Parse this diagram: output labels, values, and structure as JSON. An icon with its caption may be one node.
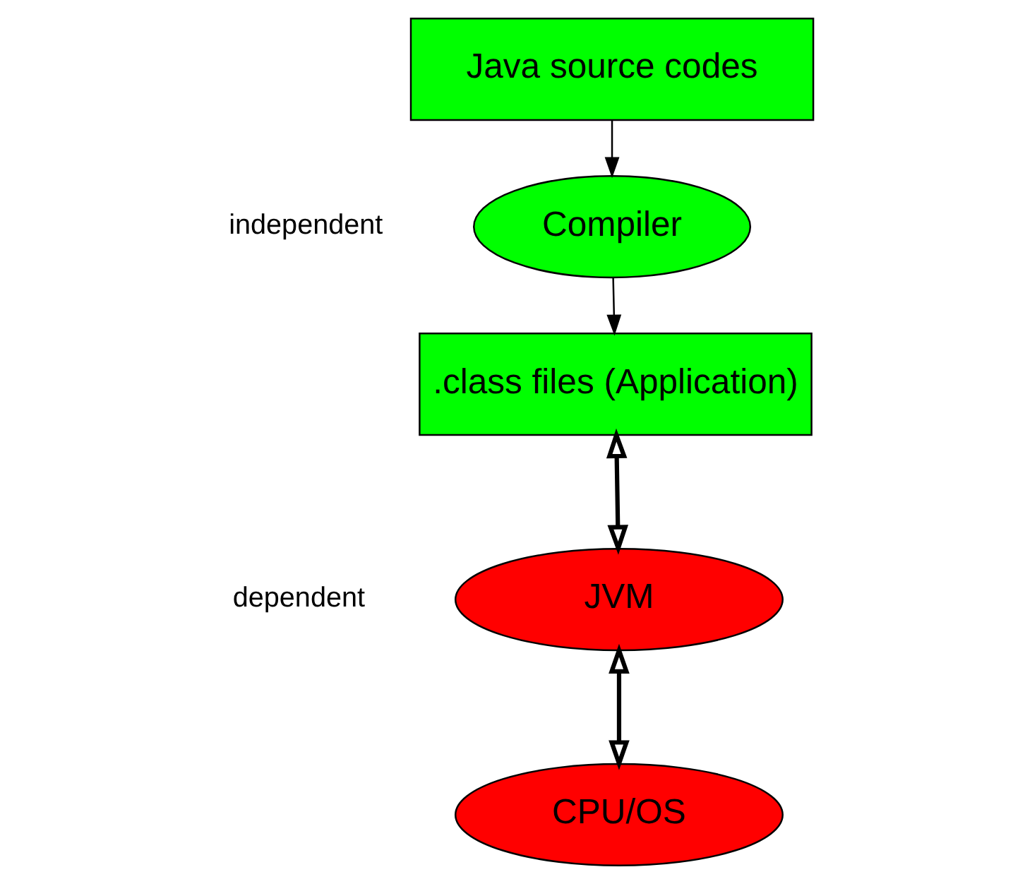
{
  "diagram": {
    "nodes": [
      {
        "text": [
          "Java source codes"
        ]
      },
      {
        "text": [
          "Compiler"
        ]
      },
      {
        "text": [
          ".class files (Application)"
        ]
      },
      {
        "text": [
          "JVM"
        ]
      },
      {
        "text": [
          "CPU/OS"
        ]
      }
    ],
    "edges": [
      {
        "from": 0,
        "to": 1,
        "arrow": "to"
      },
      {
        "from": 1,
        "to": 2,
        "arrow": "to"
      },
      {
        "from": 2,
        "to": 3,
        "arrow": "both",
        "style": "thick"
      },
      {
        "from": 3,
        "to": 4,
        "arrow": "both",
        "style": "thick"
      }
    ],
    "labels": [
      "independent",
      "dependent"
    ]
  }
}
